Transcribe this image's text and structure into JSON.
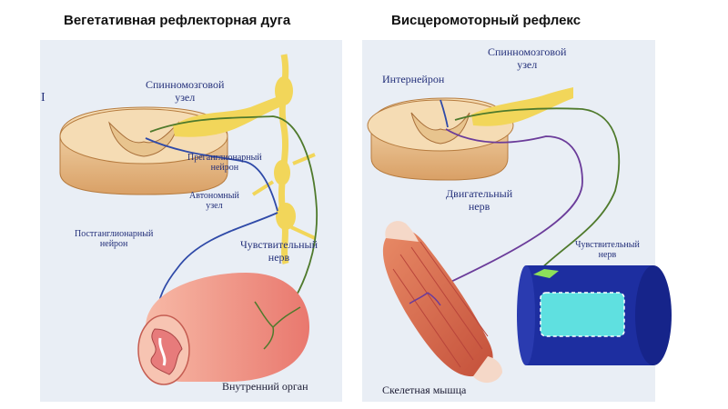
{
  "titles": {
    "left": "Вегетативная рефлекторная дуга",
    "right": "Висцеромоторный рефлекс"
  },
  "left_labels": {
    "spinal_ganglion_1": "Спинномозговой",
    "spinal_ganglion_2": "узел",
    "preganglionic_1": "Преганглионарный",
    "preganglionic_2": "нейрон",
    "autonomic_node_1": "Автономный",
    "autonomic_node_2": "узел",
    "postganglionic_1": "Постганглионарный",
    "postganglionic_2": "нейрон",
    "sensory_nerve_1": "Чувствительный",
    "sensory_nerve_2": "нерв",
    "internal_organ": "Внутренний орган",
    "marker": "I"
  },
  "right_labels": {
    "interneuron": "Интернейрон",
    "spinal_ganglion_1": "Спинномозговой",
    "spinal_ganglion_2": "узел",
    "motor_nerve_1": "Двигательный",
    "motor_nerve_2": "нерв",
    "sensory_nerve_1": "Чувствительный",
    "sensory_nerve_2": "нерв",
    "skeletal_muscle": "Скелетная мышца"
  },
  "colors": {
    "ganglion": "#f2d65a",
    "spinal_cord": "#f0cf9e",
    "spinal_cord_dark": "#c98e4a",
    "nerve_blue": "#2f4aa8",
    "nerve_green": "#4f7a2c",
    "nerve_purple": "#6b3c9a",
    "organ": "#f08a80",
    "organ_light": "#f7c4b2",
    "muscle": "#d96a4a",
    "tube": "#1d2ea0",
    "tube_light": "#5fe0e0"
  }
}
